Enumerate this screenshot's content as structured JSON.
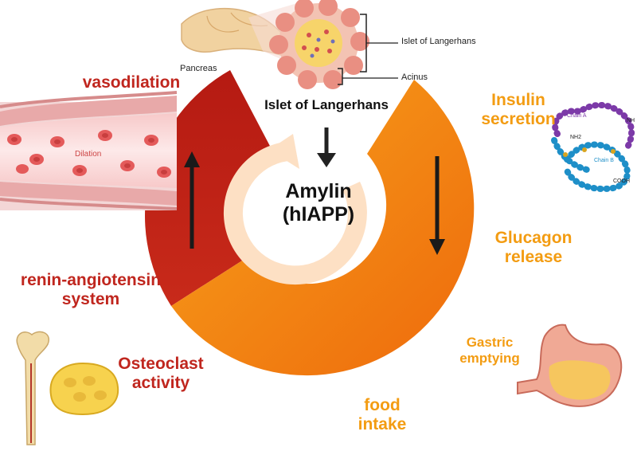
{
  "center": {
    "line1": "Amylin",
    "line2": "(hIAPP)"
  },
  "top_label": "Islet of Langerhans",
  "pancreas": {
    "label": "Pancreas",
    "islet_callout": "Islet of Langerhans",
    "acinus_callout": "Acinus"
  },
  "vessel": {
    "inner_label": "Dilation"
  },
  "insulin_chain": {
    "chain_a": "Chain A",
    "chain_b": "Chain B",
    "nh2_a": "NH",
    "nh2_b": "NH2",
    "cooh": "COOH"
  },
  "effects_left": {
    "vasodilation": "vasodilation",
    "renin_line1": "renin-angiotensin",
    "renin_line2": "system",
    "osteo_line1": "Osteoclast",
    "osteo_line2": "activity"
  },
  "effects_right": {
    "insulin_line1": "Insulin",
    "insulin_line2": "secretion",
    "glucagon_line1": "Glucagon",
    "glucagon_line2": "release",
    "gastric_line1": "Gastric",
    "gastric_line2": "emptying",
    "food_line1": "food",
    "food_line2": "intake"
  },
  "colors": {
    "increase": "#b81c14",
    "decrease": "#f39c12",
    "center_ring": "#fde0c4"
  }
}
